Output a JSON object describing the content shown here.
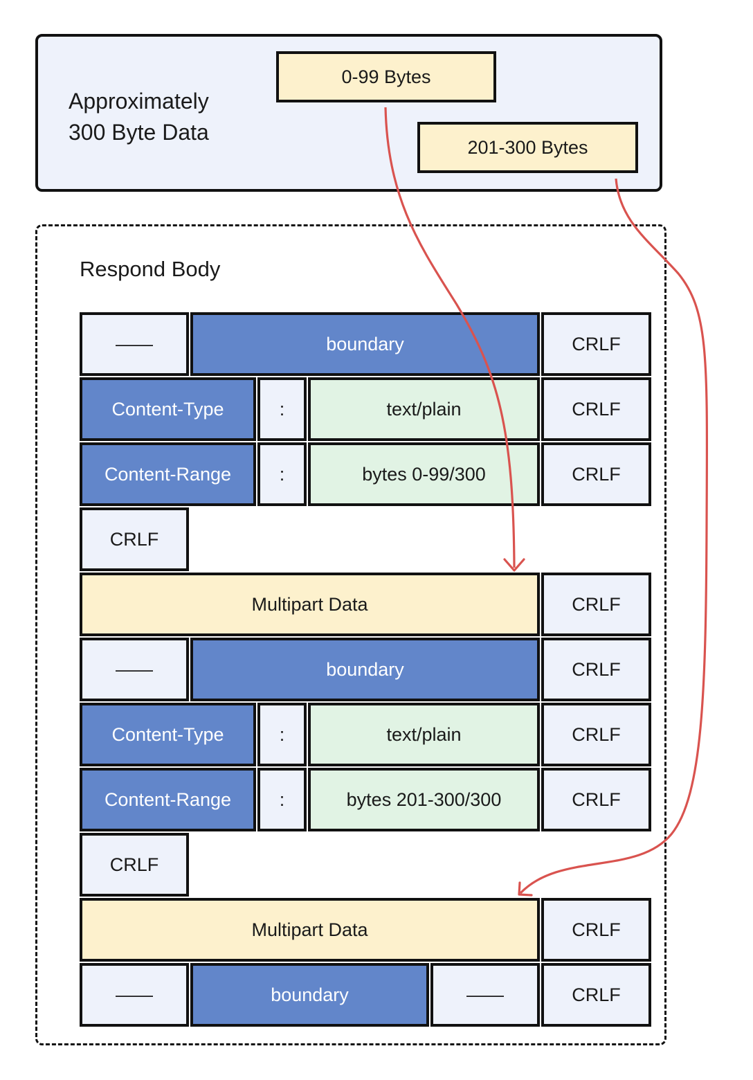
{
  "source": {
    "label_line1": "Approximately",
    "label_line2": "300 Byte Data",
    "range_first": "0-99 Bytes",
    "range_second": "201-300 Bytes"
  },
  "body": {
    "title": "Respond Body",
    "dash": "——",
    "boundary": "boundary",
    "crlf": "CRLF",
    "colon": ":",
    "content_type_key": "Content-Type",
    "content_type_value": "text/plain",
    "content_range_key": "Content-Range",
    "range_value_1": "bytes  0-99/300",
    "range_value_2": "bytes  201-300/300",
    "multipart_data": "Multipart Data"
  },
  "colors": {
    "boundary_blue": "#6286ca",
    "light_blue": "#eef2fb",
    "value_green": "#e1f3e4",
    "data_yellow": "#fdf1cd",
    "arrow_red": "#d9534f"
  }
}
